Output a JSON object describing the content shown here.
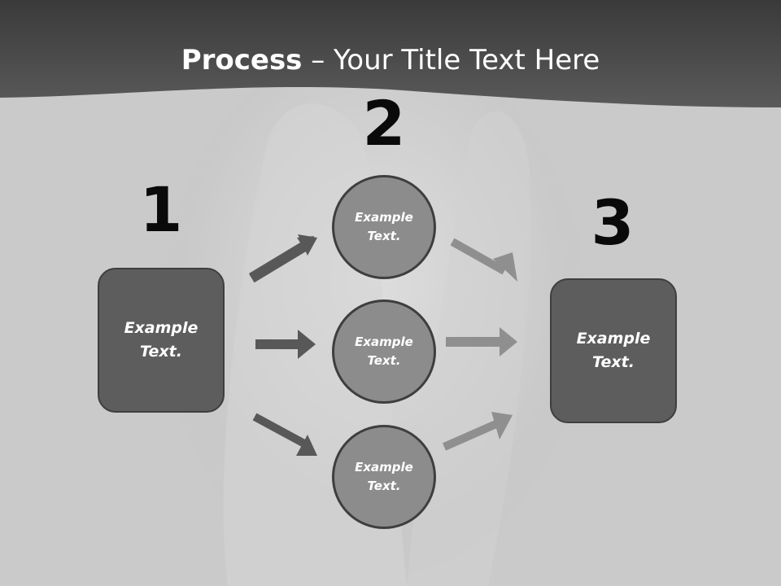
{
  "title": {
    "bold": "Process",
    "rest": " – Your Title Text Here"
  },
  "steps": [
    {
      "number": "1",
      "text": "Example Text."
    },
    {
      "number": "2",
      "texts": [
        "Example Text.",
        "Example Text.",
        "Example Text."
      ]
    },
    {
      "number": "3",
      "text": "Example Text."
    }
  ],
  "colors": {
    "header": "#4a4a4a",
    "box_fill": "#5d5d5d",
    "circle_fill": "#8c8c8c",
    "arrow_dark": "#585858",
    "arrow_light": "#8f8f8f"
  }
}
